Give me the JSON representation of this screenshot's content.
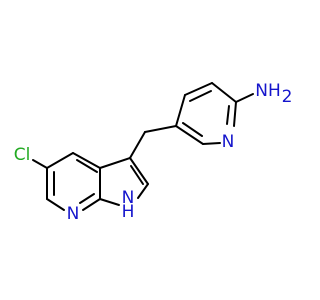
{
  "molecule": {
    "colors": {
      "carbon_bond": "#000000",
      "nitrogen": "#1515cc",
      "chlorine": "#22aa22"
    },
    "atoms": {
      "cl": {
        "label": "Cl",
        "color": "#22aa22"
      },
      "n_pyr_bottom": {
        "label": "N",
        "color": "#1515cc"
      },
      "nh_pyrrole": {
        "label": "H",
        "color": "#1515cc"
      },
      "nh_pyrrole_n": {
        "label": "N",
        "color": "#1515cc"
      },
      "n_aminopyridine": {
        "label": "N",
        "color": "#1515cc"
      },
      "nh2": {
        "label": "NH",
        "color": "#1515cc"
      },
      "nh2_sub": {
        "label": "2",
        "color": "#1515cc"
      }
    }
  }
}
